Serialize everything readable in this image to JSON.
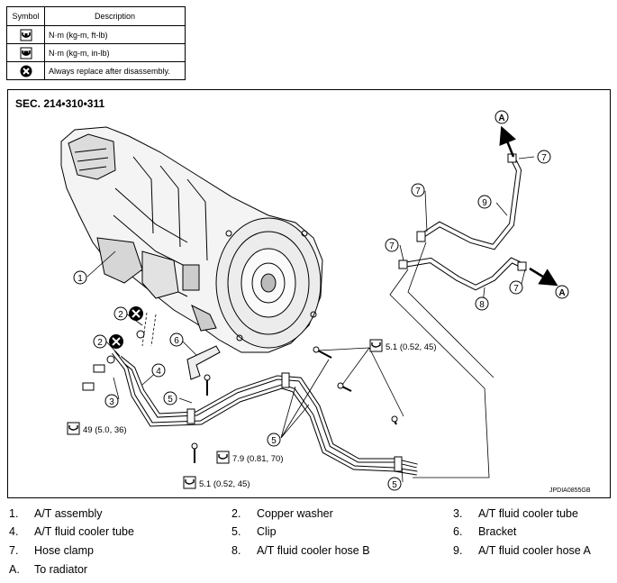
{
  "legend": {
    "header_symbol": "Symbol",
    "header_description": "Description",
    "rows": [
      {
        "icon": "torque-wrench-icon",
        "description": "N·m (kg-m, ft-lb)"
      },
      {
        "icon": "torque-wrench-small-icon",
        "description": "N·m (kg-m, in-lb)"
      },
      {
        "icon": "replace-icon",
        "description": "Always replace after disassembly."
      }
    ]
  },
  "diagram": {
    "section": "SEC. 214•310•311",
    "ref_code": "JPDIA0855GB",
    "callouts": {
      "c1": "1",
      "c2a": "2",
      "c2b": "2",
      "c3": "3",
      "c4": "4",
      "c5a": "5",
      "c5b": "5",
      "c5c": "5",
      "c6": "6",
      "c7a": "7",
      "c7b": "7",
      "c7c": "7",
      "c7d": "7",
      "c8": "8",
      "c9": "9",
      "ca1": "A",
      "ca2": "A"
    },
    "torques": {
      "t49": "49 (5.0, 36)",
      "t79": "7.9 (0.81, 70)",
      "t51a": "5.1 (0.52, 45)",
      "t51b": "5.1 (0.52, 45)"
    }
  },
  "parts": [
    {
      "num": "1.",
      "label": "A/T assembly"
    },
    {
      "num": "2.",
      "label": "Copper washer"
    },
    {
      "num": "3.",
      "label": "A/T fluid cooler tube"
    },
    {
      "num": "4.",
      "label": "A/T fluid cooler tube"
    },
    {
      "num": "5.",
      "label": "Clip"
    },
    {
      "num": "6.",
      "label": "Bracket"
    },
    {
      "num": "7.",
      "label": "Hose clamp"
    },
    {
      "num": "8.",
      "label": "A/T fluid cooler hose B"
    },
    {
      "num": "9.",
      "label": "A/T fluid cooler hose A"
    },
    {
      "num": "A.",
      "label": "To radiator"
    }
  ],
  "colors": {
    "line": "#000000",
    "background": "#ffffff"
  }
}
